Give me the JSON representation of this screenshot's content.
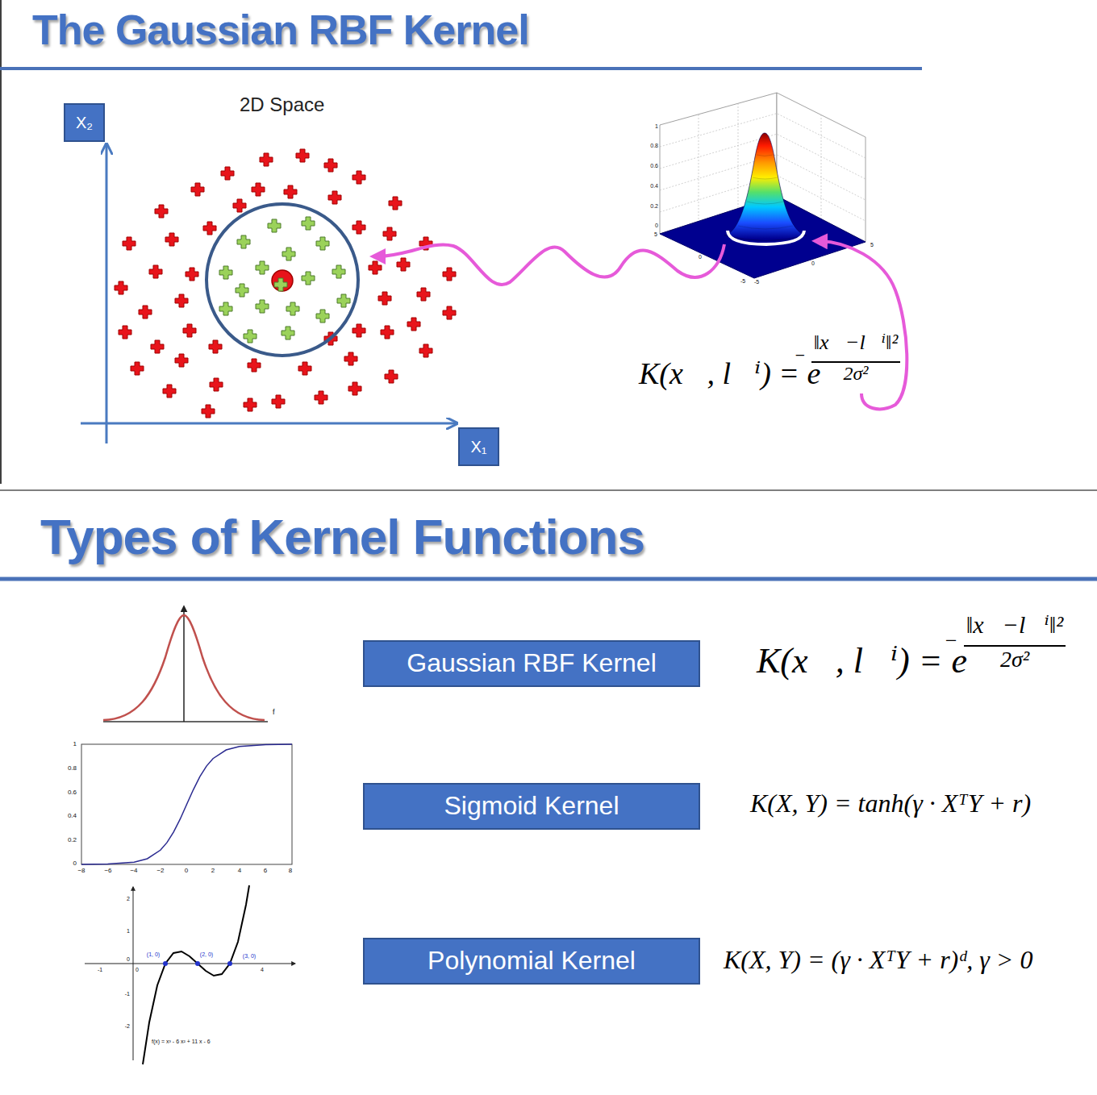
{
  "diagram": {
    "title": "The Gaussian RBF Kernel",
    "nodes": [
      {
        "text": [
          "X₂"
        ]
      },
      {
        "text": [
          "X₁"
        ]
      },
      {
        "text": [
          "Gaussian RBF Kernel"
        ]
      },
      {
        "text": [
          "Sigmoid Kernel"
        ]
      },
      {
        "text": [
          "Polynomial Kernel"
        ]
      }
    ],
    "labels": [
      "Types of Kernel Functions",
      "2D Space",
      "1",
      "0.8",
      "0.6",
      "0.4",
      "0.2",
      "0",
      "5",
      "0",
      "-5",
      "-5",
      "0",
      "5",
      "K(x⃗, l⃗ⁱ) = e",
      "−",
      "‖x⃗−l⃗ⁱ‖²",
      "2σ²",
      "K(x⃗, l⃗ⁱ) = e",
      "−",
      "‖x⃗−l⃗ⁱ‖²",
      "2σ²",
      "K(X, Y) = tanh(γ · XᵀY + r)",
      "K(X, Y) = (γ · XᵀY + r)ᵈ, γ > 0",
      "f",
      "1",
      "0.8",
      "0.6",
      "0.4",
      "0.2",
      "0",
      "−8",
      "−6",
      "−4",
      "−2",
      "0",
      "2",
      "4",
      "6",
      "8",
      "(1, 0)",
      "(2, 0)",
      "(3, 0)",
      "2",
      "1",
      "0",
      "-1",
      "-2",
      "-1",
      "0",
      "4",
      "f(x) = x³ - 6 x² + 11 x - 6"
    ]
  }
}
